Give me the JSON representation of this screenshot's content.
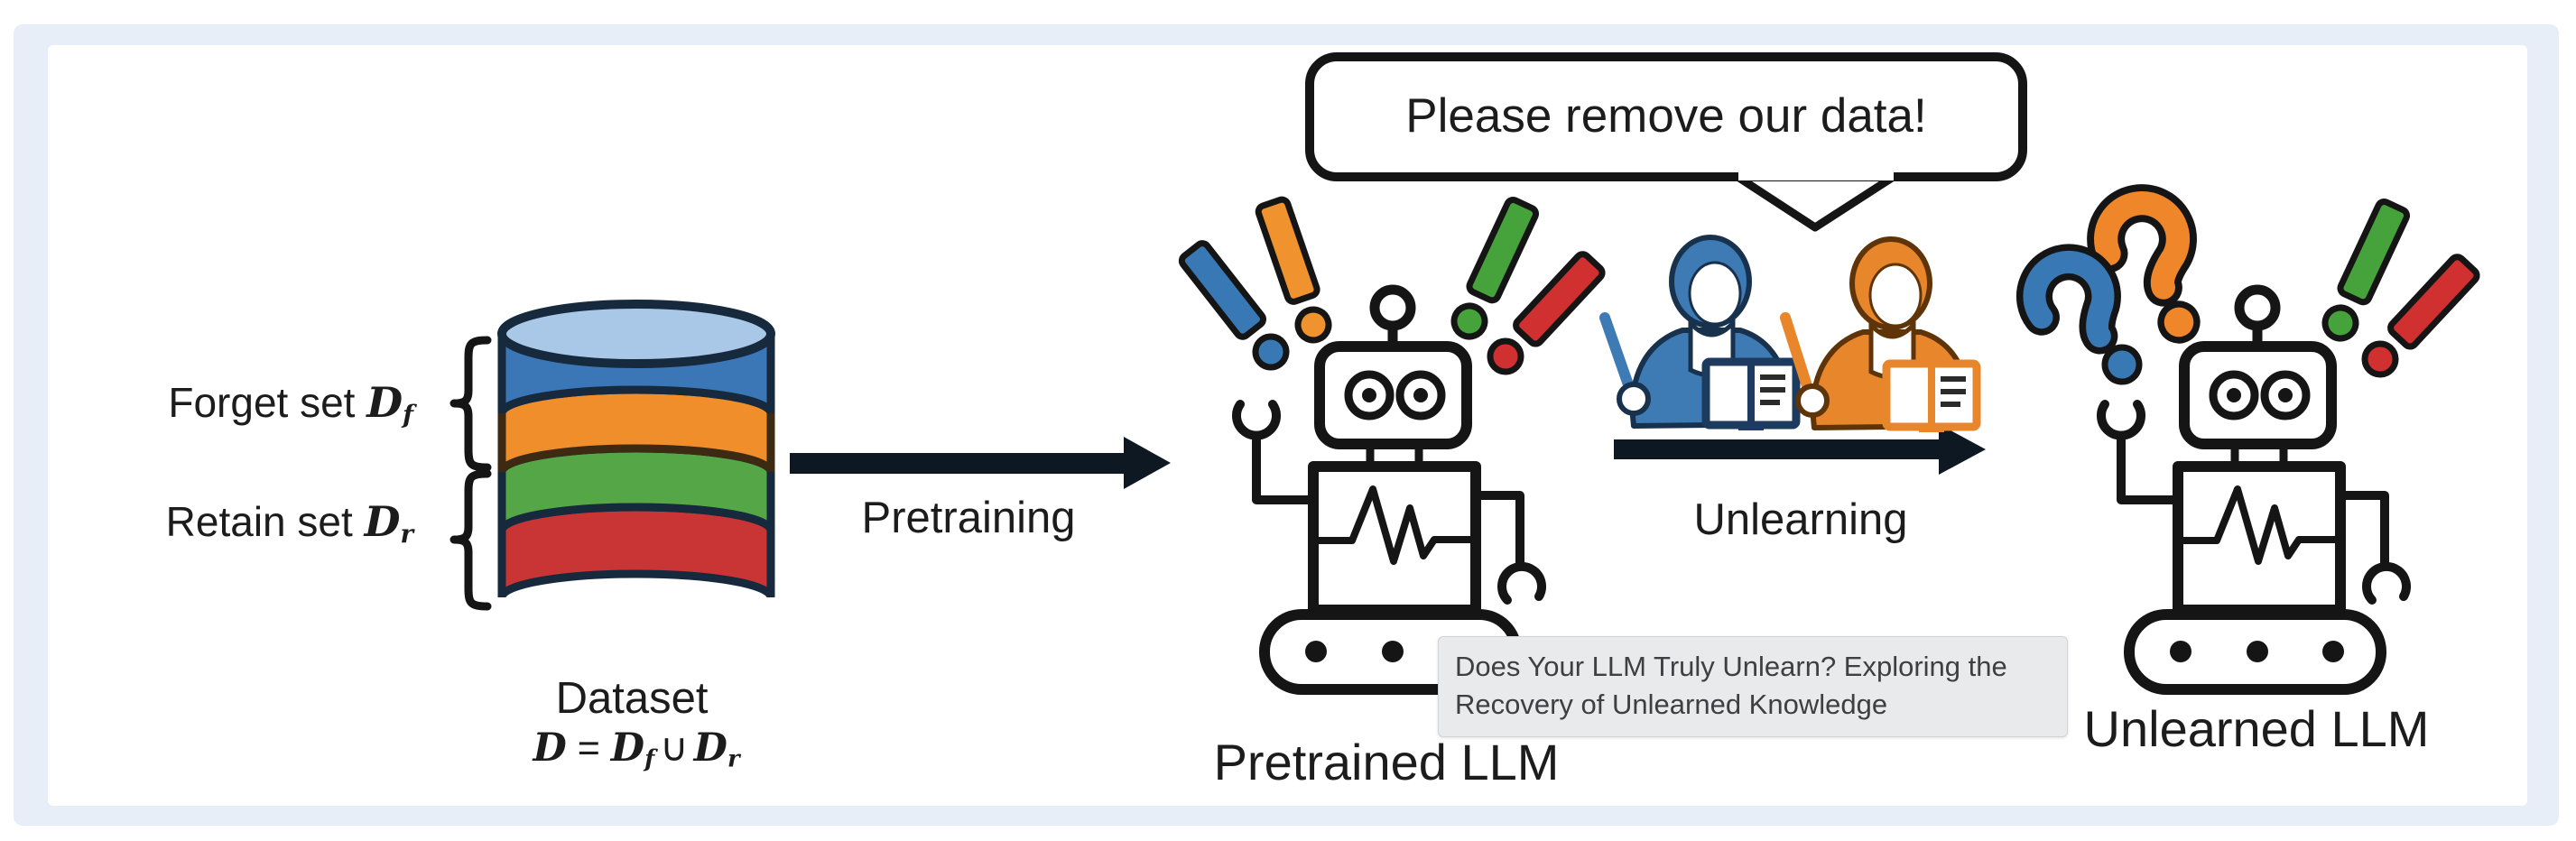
{
  "figure": {
    "dataset": {
      "title": "Dataset",
      "forget": {
        "prefix": "Forget set ",
        "symbol": "D",
        "sub": "f"
      },
      "retain": {
        "prefix": "Retain set ",
        "symbol": "D",
        "sub": "r"
      },
      "equation": {
        "lhs": "D",
        "equals": " = ",
        "f_symbol": "D",
        "f_sub": "f",
        "union": "∪",
        "r_symbol": "D",
        "r_sub": "r"
      }
    },
    "arrows": {
      "pretraining_label": "Pretraining",
      "unlearning_label": "Unlearning"
    },
    "speech_bubble_text": "Please remove our data!",
    "pretrained_llm_label": "Pretrained LLM",
    "unlearned_llm_label": "Unlearned LLM",
    "tooltip": {
      "line1": "Does Your LLM Truly Unlearn? Exploring the",
      "line2": "Recovery of Unlearned Knowledge"
    }
  },
  "icons": {
    "database-icon": "stacked-cylinder",
    "brace-icon": "curly-brace",
    "arrow-icon": "solid-right-arrow",
    "robot-icon": "outlined-robot",
    "person-icon-blue": "person-with-book-and-pen",
    "person-icon-orange": "person-with-book-and-pen",
    "exclamation-icon": "slanted-exclamation-mark",
    "question-icon": "rotated-question-mark",
    "speech-bubble-icon": "speech-balloon"
  },
  "colors": {
    "frame_bg": "#e8eef8",
    "panel_bg": "#ffffff",
    "outline_dark": "#16293d",
    "ink": "#151515",
    "layer_top": "#a9c7e6",
    "layer_blue": "#3b76b7",
    "layer_orange": "#ef8e2b",
    "layer_green": "#55a647",
    "layer_red": "#c93434",
    "mark_blue": "#3878b4",
    "mark_orange": "#f0922d",
    "mark_green": "#46a33c",
    "mark_red": "#d03030",
    "tooltip_bg": "#e9eaec",
    "tooltip_text": "#3c4043"
  }
}
